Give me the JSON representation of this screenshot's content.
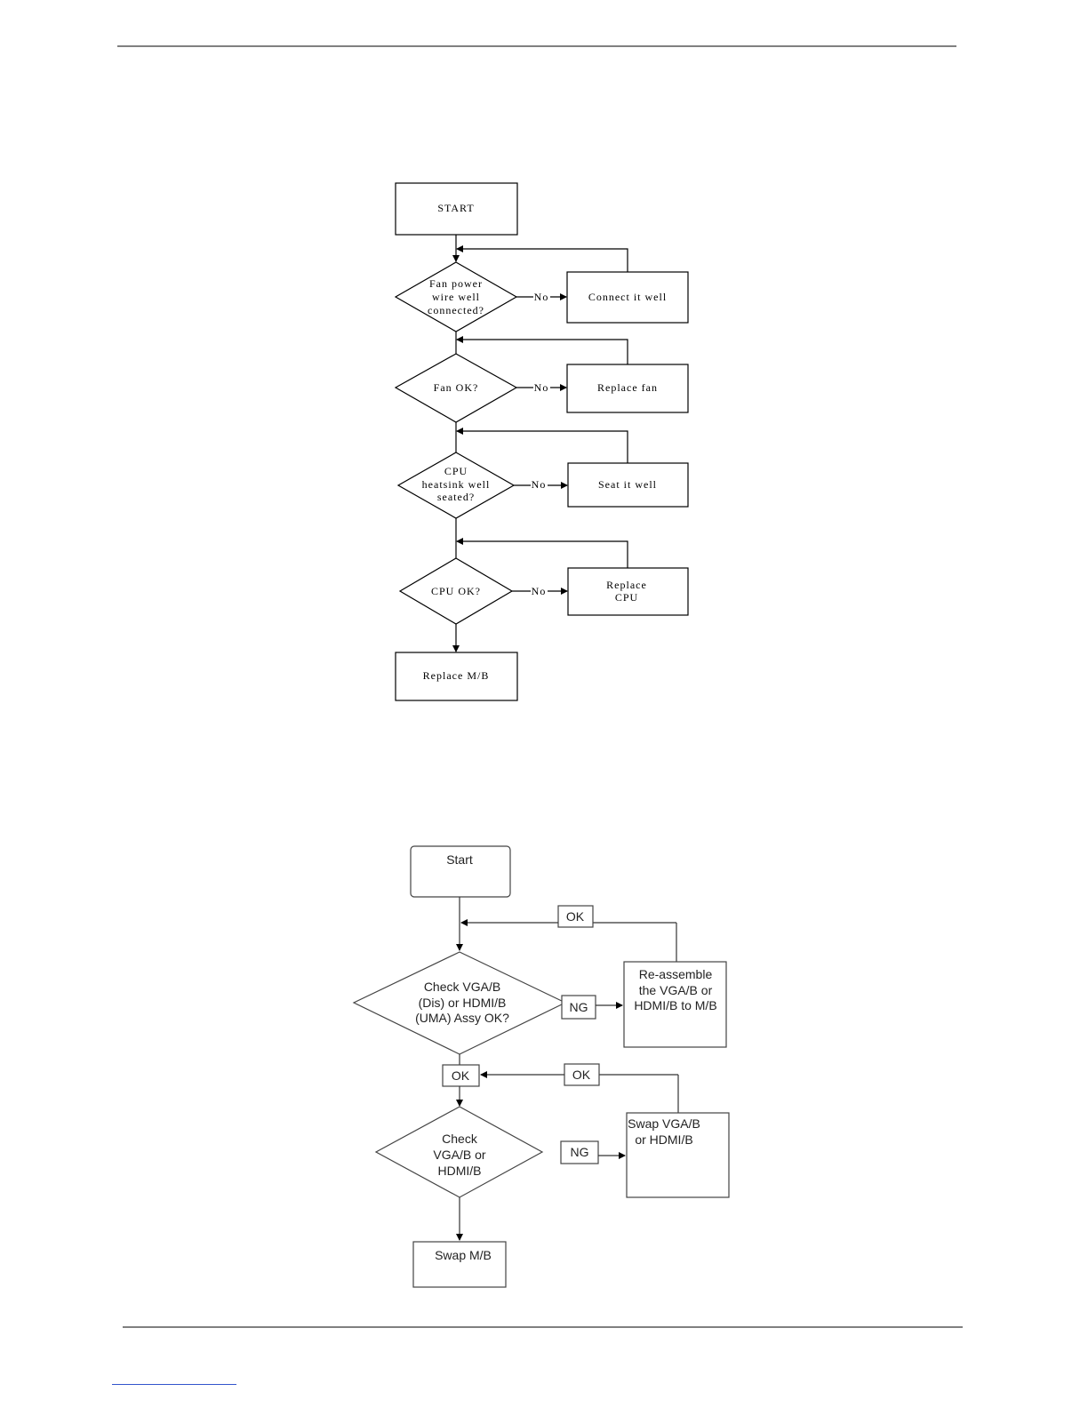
{
  "flow1": {
    "start": "START",
    "q1": [
      "Fan power",
      "wire well",
      "connected?"
    ],
    "q2": "Fan OK?",
    "q3": [
      "CPU",
      "heatsink well",
      "seated?"
    ],
    "q4": "CPU OK?",
    "a1": "Connect it well",
    "a2": "Replace fan",
    "a3": "Seat it well",
    "a4": [
      "Replace",
      "CPU"
    ],
    "end": "Replace M/B",
    "no": "No"
  },
  "flow2": {
    "start": "Start",
    "q1": [
      "Check VGA/B",
      "(Dis) or HDMI/B",
      "(UMA) Assy OK?"
    ],
    "q2": [
      "Check",
      "VGA/B or",
      "HDMI/B"
    ],
    "a1": [
      "Re-assemble",
      "the VGA/B or",
      "HDMI/B to M/B"
    ],
    "a2": [
      "Swap VGA/B",
      "or HDMI/B"
    ],
    "end": "Swap M/B",
    "ng": "NG",
    "ok": "OK"
  }
}
